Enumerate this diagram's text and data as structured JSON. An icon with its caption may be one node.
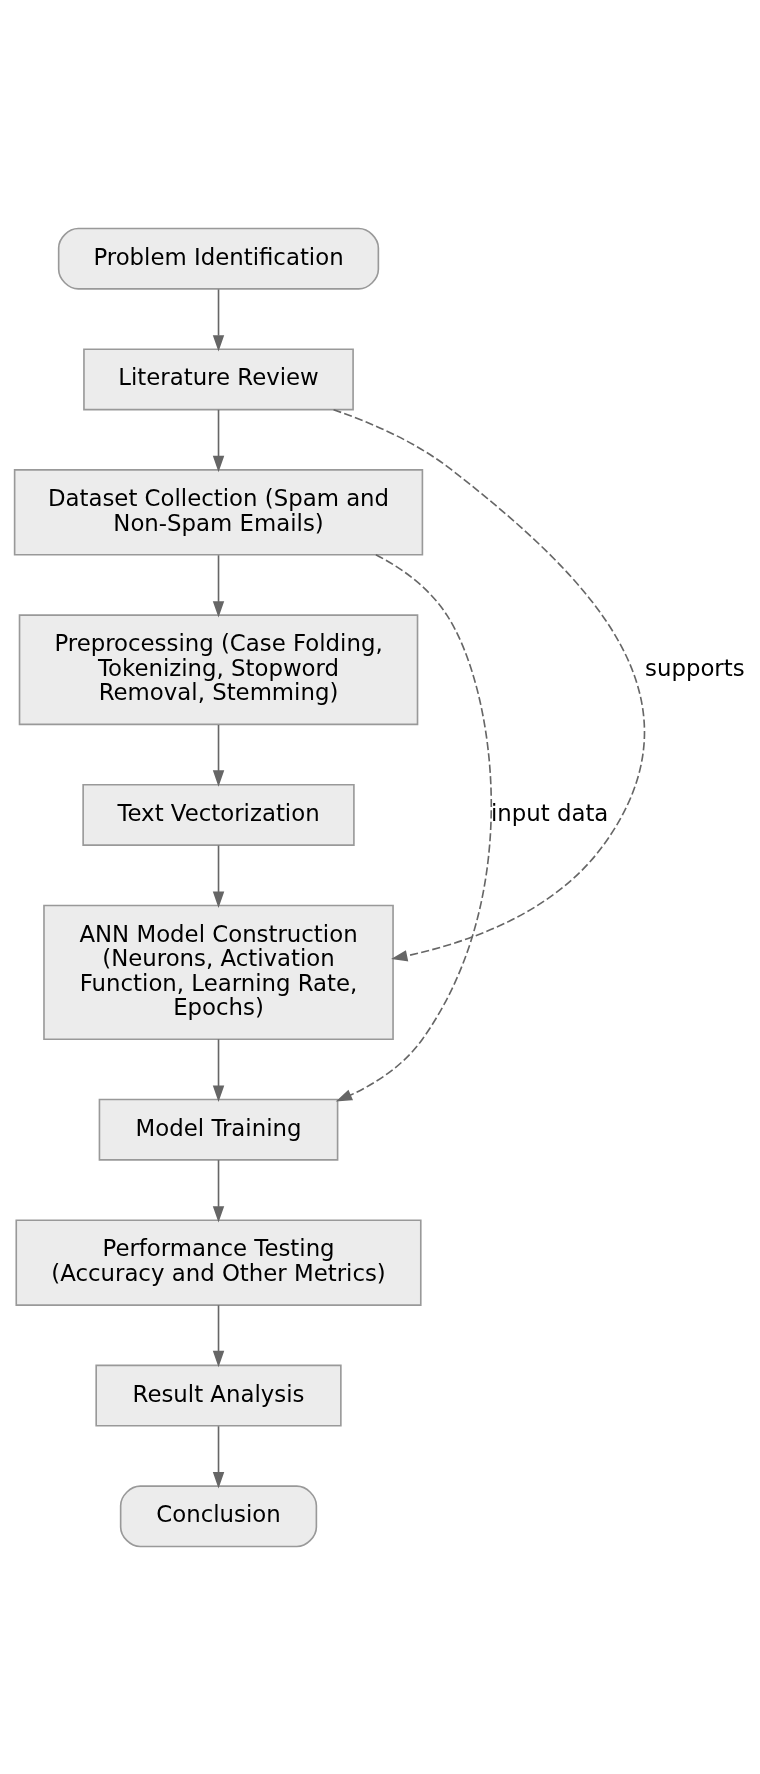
{
  "diagram": {
    "nodes": [
      {
        "text": [
          "Problem Identification"
        ]
      },
      {
        "text": [
          "Literature Review"
        ]
      },
      {
        "text": [
          "Dataset Collection (Spam and Non-Spam Emails)"
        ]
      },
      {
        "text": [
          "Preprocessing (Case Folding, Tokenizing, Stopword Removal, Stemming)"
        ]
      },
      {
        "text": [
          "Text Vectorization"
        ]
      },
      {
        "text": [
          "ANN Model Construction (Neurons, Activation Function, Learning Rate, Epochs)"
        ]
      },
      {
        "text": [
          "Model Training"
        ]
      },
      {
        "text": [
          "Performance Testing (Accuracy and Other Metrics)"
        ]
      },
      {
        "text": [
          "Result Analysis"
        ]
      },
      {
        "text": [
          "Conclusion"
        ]
      }
    ],
    "edges": [
      {
        "from": 0,
        "to": 1,
        "arrow": "to"
      },
      {
        "from": 1,
        "to": 2,
        "arrow": "to"
      },
      {
        "from": 2,
        "to": 3,
        "arrow": "to"
      },
      {
        "from": 3,
        "to": 4,
        "arrow": "to"
      },
      {
        "from": 4,
        "to": 5,
        "arrow": "to"
      },
      {
        "from": 1,
        "to": 5,
        "arrow": "to",
        "label": "supports",
        "style": "dashed"
      },
      {
        "from": 5,
        "to": 6,
        "arrow": "to"
      },
      {
        "from": 2,
        "to": 6,
        "arrow": "to",
        "label": "input data",
        "style": "dashed"
      },
      {
        "from": 6,
        "to": 7,
        "arrow": "to"
      },
      {
        "from": 7,
        "to": 8,
        "arrow": "to"
      },
      {
        "from": 8,
        "to": 9,
        "arrow": "to"
      }
    ]
  }
}
